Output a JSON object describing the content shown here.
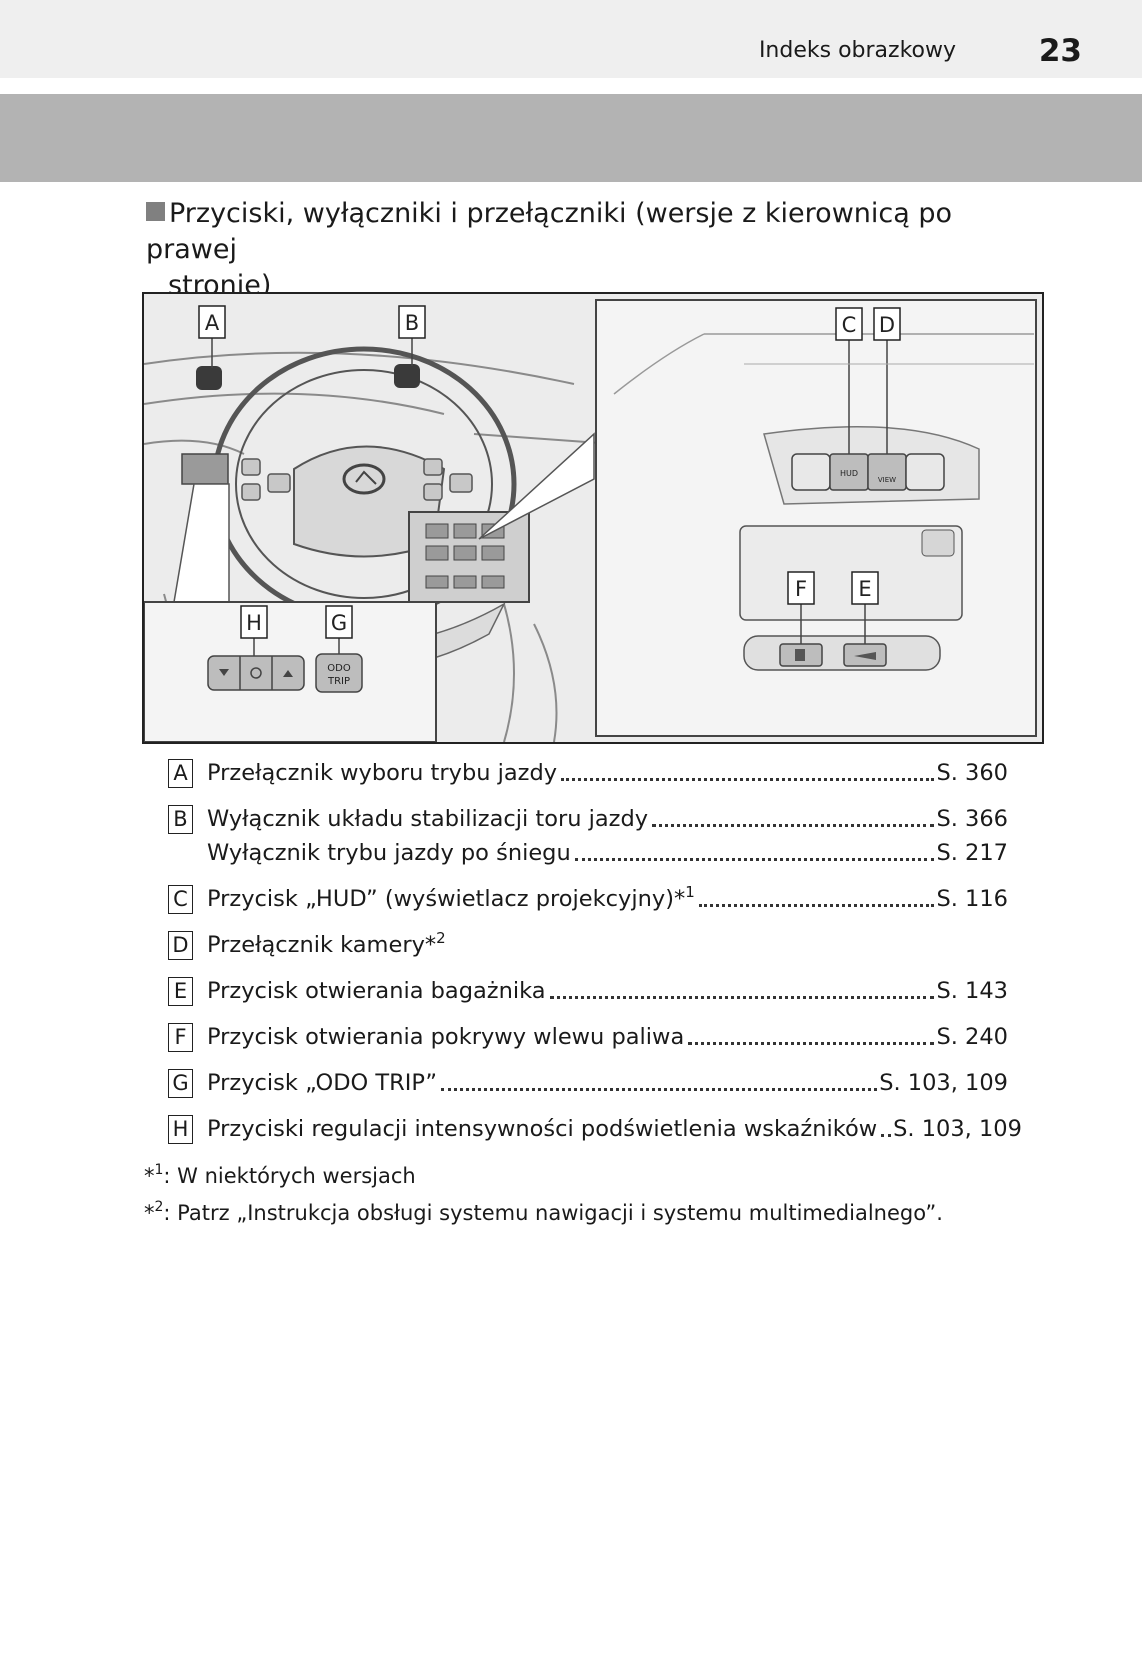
{
  "header": {
    "title": "Indeks obrazkowy",
    "page_number": "23"
  },
  "section_title": {
    "line1": "Przyciski, wyłączniki i przełączniki (wersje z kierownicą po prawej",
    "line2": "stronie)"
  },
  "figure": {
    "callouts": [
      "A",
      "B",
      "C",
      "D",
      "E",
      "F",
      "G",
      "H"
    ],
    "button_labels": {
      "hud": "HUD",
      "view": "VIEW",
      "odo_trip_line1": "ODO",
      "odo_trip_line2": "TRIP"
    }
  },
  "items": [
    {
      "key": "A",
      "label": "Przełącznik wyboru trybu jazdy",
      "ref": "S. 360"
    },
    {
      "key": "B",
      "label": "Wyłącznik układu stabilizacji toru jazdy",
      "ref": "S. 366",
      "extra_label": "Wyłącznik trybu jazdy po śniegu",
      "extra_ref": "S. 217"
    },
    {
      "key": "C",
      "label": "Przycisk „HUD” (wyświetlacz projekcyjny)*",
      "sup": "1",
      "ref": "S. 116"
    },
    {
      "key": "D",
      "label": "Przełącznik kamery*",
      "sup": "2"
    },
    {
      "key": "E",
      "label": "Przycisk otwierania bagażnika",
      "ref": "S. 143"
    },
    {
      "key": "F",
      "label": "Przycisk otwierania pokrywy wlewu paliwa",
      "ref": "S. 240"
    },
    {
      "key": "G",
      "label": "Przycisk „ODO TRIP”",
      "ref": "S. 103, 109"
    },
    {
      "key": "H",
      "label": "Przyciski regulacji intensywności podświetlenia wskaźników",
      "ref": "S. 103, 109"
    }
  ],
  "footnotes": [
    {
      "mark": "*",
      "sup": "1",
      "text": ": W niektórych wersjach"
    },
    {
      "mark": "*",
      "sup": "2",
      "text": ": Patrz „Instrukcja obsługi systemu nawigacji i systemu multimedialnego”."
    }
  ],
  "colors": {
    "header_top": "#efefef",
    "header_band": "#b3b3b3",
    "bullet": "#808080",
    "line_art": "#555555"
  }
}
